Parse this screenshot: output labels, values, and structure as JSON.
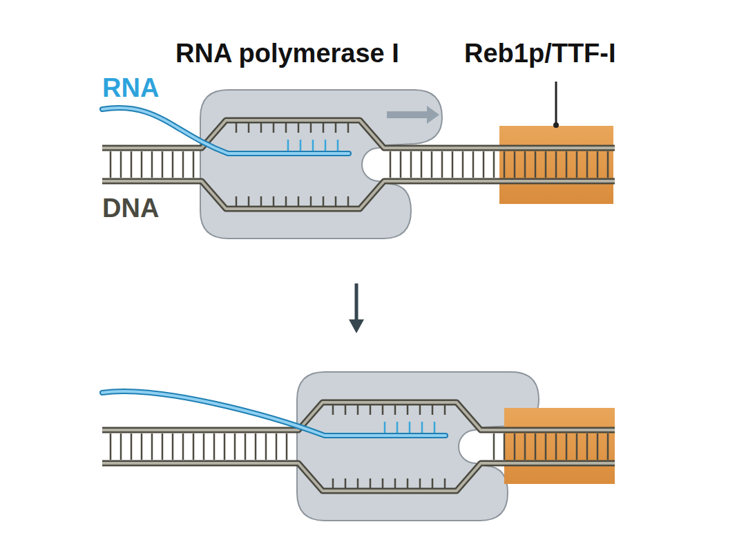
{
  "diagram": {
    "nodes": [
      {
        "text": [
          "RNA polymerase I"
        ]
      },
      {
        "text": [
          "Reb1p/TTF-I"
        ]
      }
    ],
    "labels": [
      "RNA",
      "DNA"
    ]
  }
}
